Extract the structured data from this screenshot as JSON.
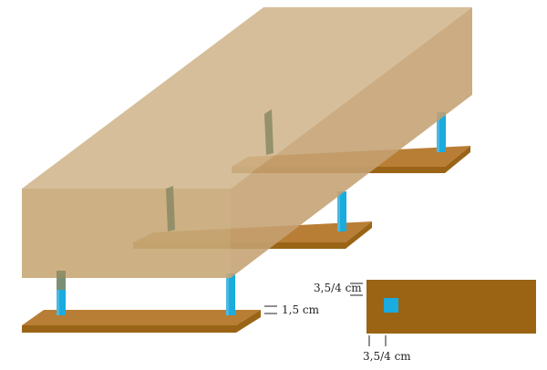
{
  "labels": {
    "board_thickness": "1,5 cm",
    "rect_height": "3,5/4 cm",
    "rect_width": "3,5/4 cm"
  },
  "colors": {
    "block_side": "#c8a878",
    "block_top": "#d0b58c",
    "block_end": "#c4a072",
    "board_top": "#b97e35",
    "board_front": "#9a6416",
    "peg": "#1aabdf",
    "peg_shadow": "#6dc3e0",
    "peg_hidden": "#8a8a63",
    "section_fill": "#9a6414",
    "section_square": "#1aabdf"
  }
}
